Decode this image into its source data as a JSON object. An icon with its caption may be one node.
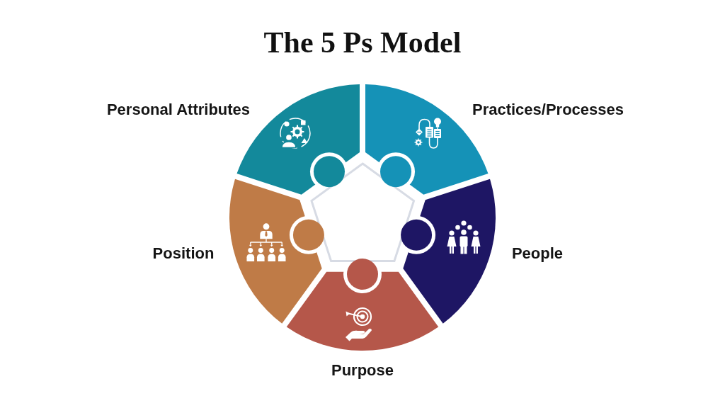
{
  "diagram": {
    "title": "The 5 Ps Model",
    "nodes": [
      {
        "text": [
          "Personal Attributes"
        ]
      },
      {
        "text": [
          "Practices/Processes"
        ]
      },
      {
        "text": [
          "Position"
        ]
      },
      {
        "text": [
          "People"
        ]
      },
      {
        "text": [
          "Purpose"
        ]
      },
      {
        "text": [],
        "shape": "pentagon"
      }
    ]
  }
}
